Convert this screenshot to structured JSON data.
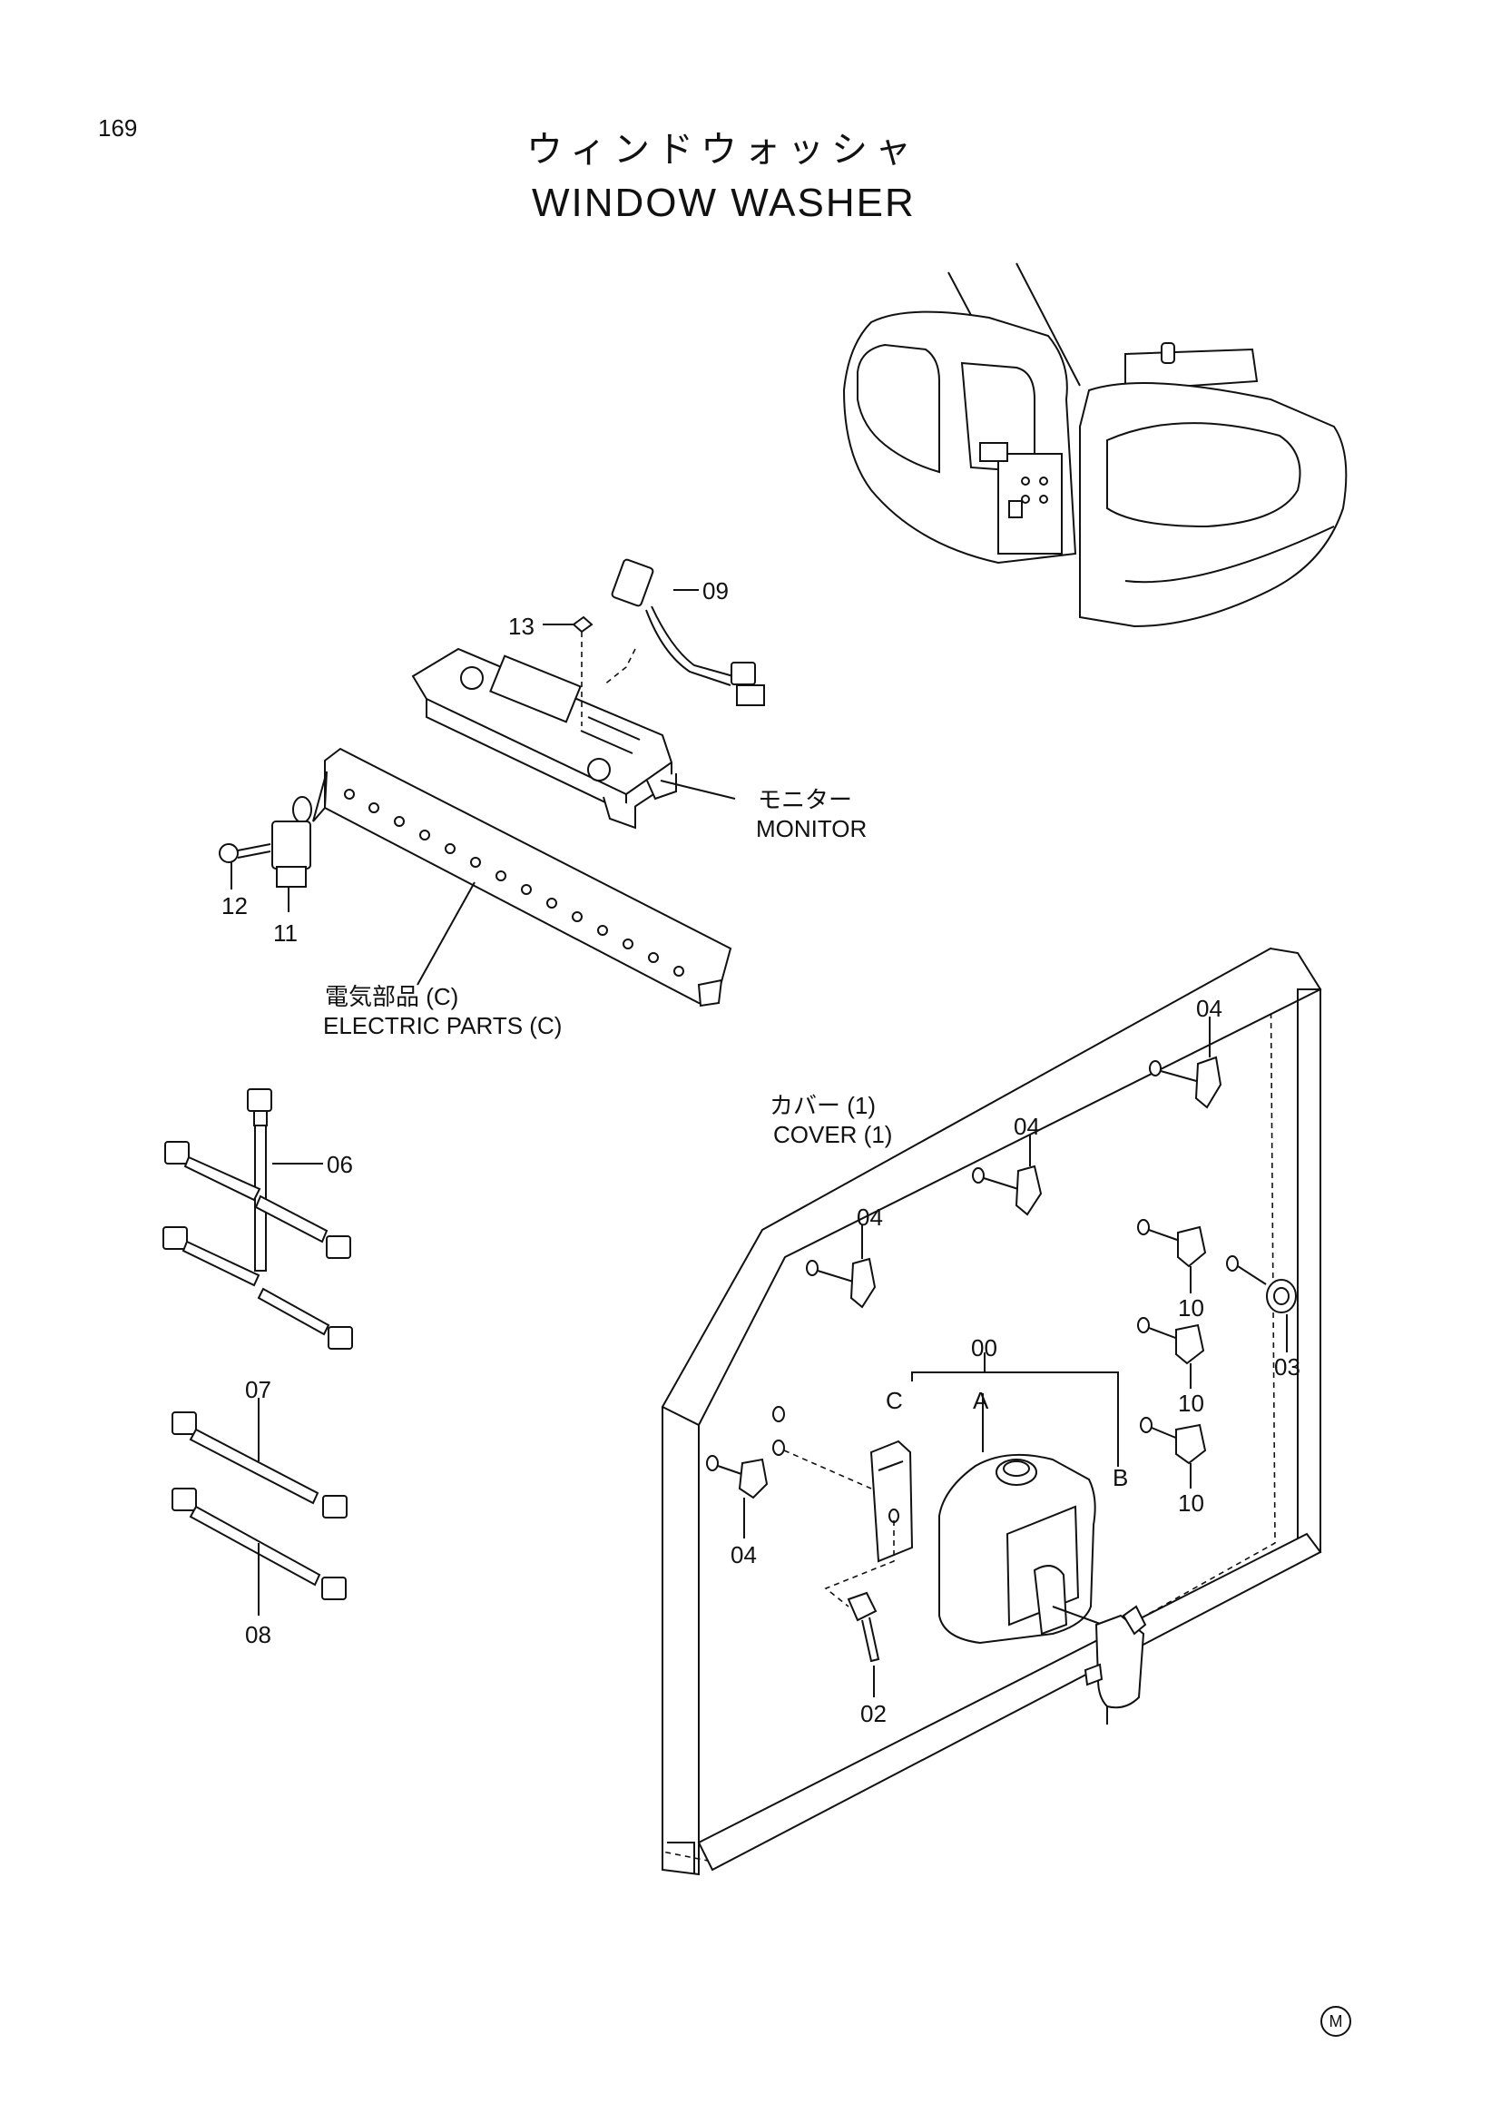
{
  "page": {
    "number": "169",
    "title_jp": "ウィンドウォッシャ",
    "title_en": "WINDOW WASHER",
    "mark": "M"
  },
  "labels": {
    "monitor_jp": "モニター",
    "monitor_en": "MONITOR",
    "electric_jp": "電気部品 (C)",
    "electric_en": "ELECTRIC PARTS (C)",
    "cover_jp": "カバー (1)",
    "cover_en": "COVER (1)"
  },
  "callouts": {
    "c09": "09",
    "c13": "13",
    "c12": "12",
    "c11": "11",
    "c06": "06",
    "c07": "07",
    "c08": "08",
    "c04a": "04",
    "c04b": "04",
    "c04c": "04",
    "c04d": "04",
    "c10a": "10",
    "c10b": "10",
    "c10c": "10",
    "c03": "03",
    "c00": "00",
    "c02": "02",
    "cA": "A",
    "cB": "B",
    "cC": "C"
  },
  "icons": {
    "excavator": "excavator-cab-icon",
    "monitor": "monitor-panel-icon",
    "tank": "washer-tank-icon"
  }
}
